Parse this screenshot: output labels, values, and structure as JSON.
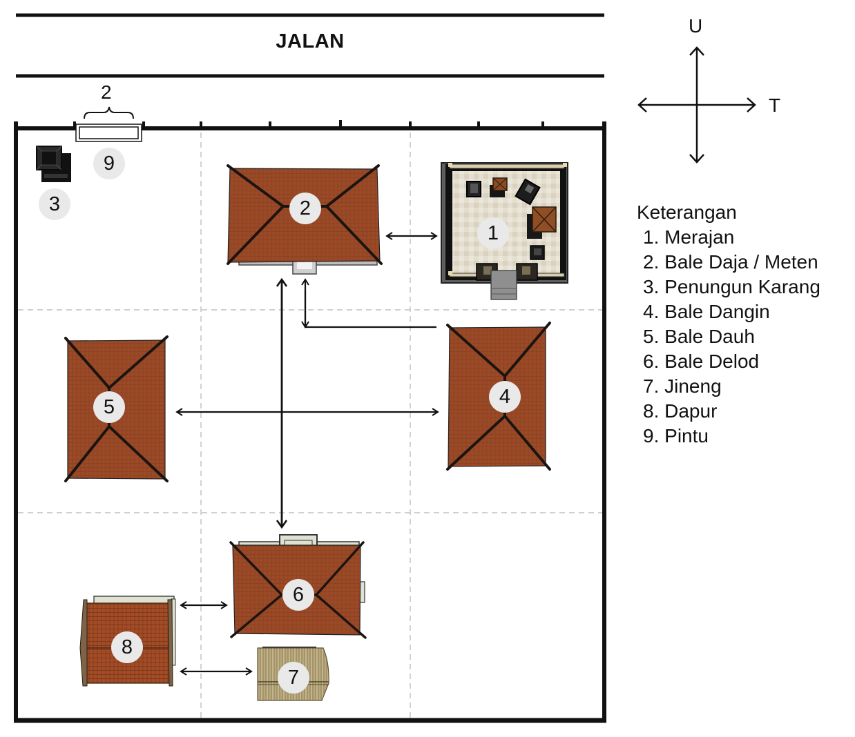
{
  "road": {
    "label": "JALAN"
  },
  "gate": {
    "width_label": "2",
    "number": "9"
  },
  "compass": {
    "north_label": "U",
    "east_label": "T"
  },
  "legend": {
    "title": "Keterangan",
    "items": [
      {
        "number": "1",
        "name": "Merajan"
      },
      {
        "number": "2",
        "name": "Bale Daja / Meten"
      },
      {
        "number": "3",
        "name": "Penungun Karang"
      },
      {
        "number": "4",
        "name": "Bale Dangin"
      },
      {
        "number": "5",
        "name": "Bale Dauh"
      },
      {
        "number": "6",
        "name": "Bale Delod"
      },
      {
        "number": "7",
        "name": "Jineng"
      },
      {
        "number": "8",
        "name": "Dapur"
      },
      {
        "number": "9",
        "name": "Pintu"
      }
    ]
  },
  "buildings": [
    {
      "number": "1",
      "name": "Merajan"
    },
    {
      "number": "2",
      "name": "Bale Daja / Meten"
    },
    {
      "number": "3",
      "name": "Penungun Karang"
    },
    {
      "number": "4",
      "name": "Bale Dangin"
    },
    {
      "number": "5",
      "name": "Bale Dauh"
    },
    {
      "number": "6",
      "name": "Bale Delod"
    },
    {
      "number": "7",
      "name": "Jineng"
    },
    {
      "number": "8",
      "name": "Dapur"
    },
    {
      "number": "9",
      "name": "Pintu"
    }
  ],
  "colors": {
    "roof_tile": "#9a4a26",
    "roof_ridge": "#1b1410",
    "thatch": "#b7a57a",
    "courtyard_floor": "#e3ddcd",
    "wall": "#111111",
    "badge": "#e9e9e9",
    "grid_dash": "#b5b5b5"
  },
  "relations": [
    "Bale Daja / Meten <-> Merajan",
    "Bale Dauh <-> Bale Dangin",
    "Bale Daja / Meten <-> Bale Delod",
    "Bale Dangin -> Bale Daja / Meten",
    "Dapur <-> Bale Delod",
    "Dapur <-> Jineng"
  ]
}
